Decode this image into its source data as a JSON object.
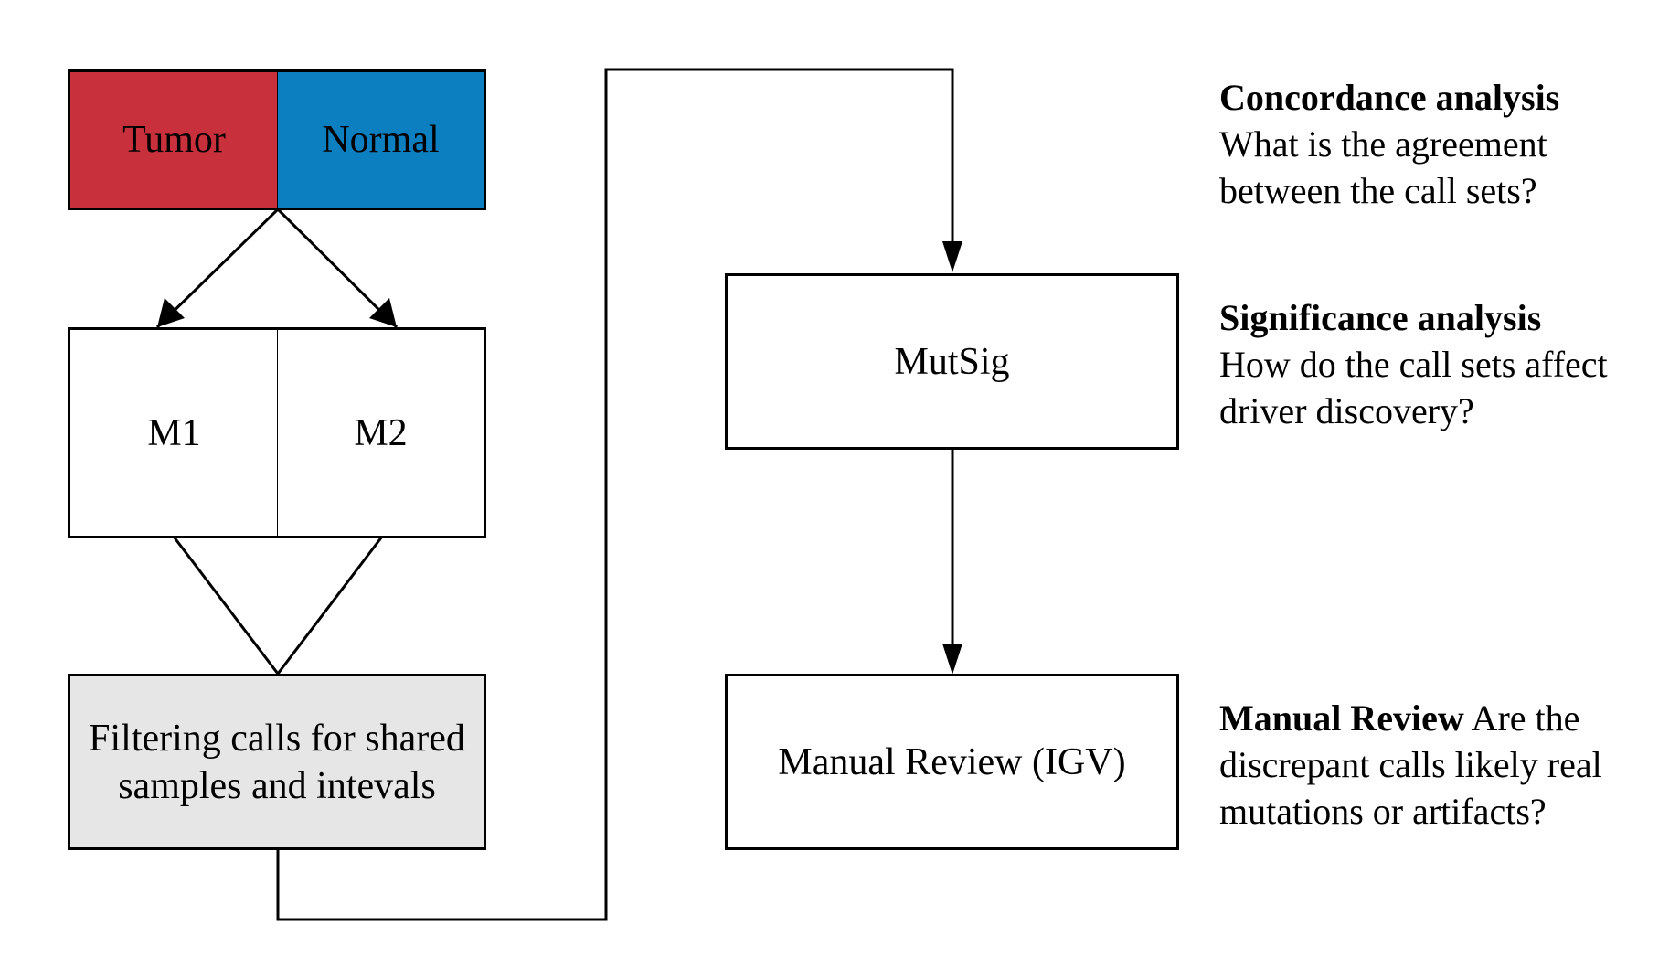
{
  "colors": {
    "tumor": "#c8303c",
    "normal": "#0c7fc0",
    "filter": "#e6e6e6",
    "stroke": "#000000"
  },
  "nodes": {
    "tumor": "Tumor",
    "normal": "Normal",
    "m1": "M1",
    "m2": "M2",
    "filter": "Filtering calls for shared samples and intevals",
    "mutsig": "MutSig",
    "manual_review": "Manual Review (IGV)"
  },
  "notes": {
    "concordance": {
      "title": "Concordance analysis",
      "text": "What is the agreement between the call sets?"
    },
    "significance": {
      "title": "Significance analysis",
      "text": "How do the call sets affect driver discovery?"
    },
    "manual": {
      "title": "Manual Review",
      "text": " Are the discrepant calls likely real mutations or artifacts?"
    }
  }
}
